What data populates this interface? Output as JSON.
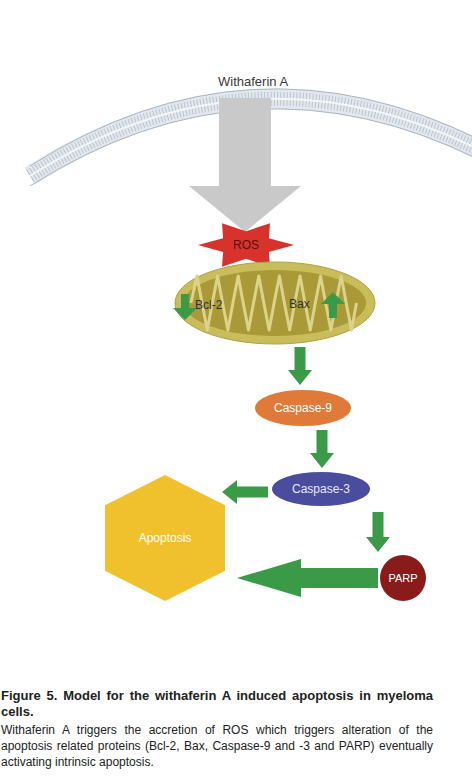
{
  "diagram": {
    "title": "Figure 5. Model for the withaferin A induced apoptosis in myeloma cells.",
    "caption": "Withaferin A triggers the accretion of ROS which triggers alteration of the apoptosis related proteins (Bcl-2, Bax, Caspase-9 and -3 and PARP) eventually activating intrinsic apoptosis.",
    "nodes": [
      {
        "text": [
          "ROS"
        ]
      },
      {
        "text": [
          "Bcl-2",
          "Bax"
        ]
      },
      {
        "text": [
          "Caspase-9"
        ]
      },
      {
        "text": [
          "Caspase-3"
        ]
      },
      {
        "text": [
          "Apoptosis"
        ]
      },
      {
        "text": [
          "PARP"
        ]
      }
    ],
    "edges": [
      {
        "from": 1,
        "to": 2,
        "arrow": "to"
      },
      {
        "from": 2,
        "to": 3,
        "arrow": "to"
      },
      {
        "from": 3,
        "to": 4,
        "arrow": "to"
      },
      {
        "from": 3,
        "to": 5,
        "arrow": "to"
      },
      {
        "from": 5,
        "to": 4,
        "arrow": "to"
      }
    ],
    "labels": [
      "Withaferin A"
    ]
  }
}
